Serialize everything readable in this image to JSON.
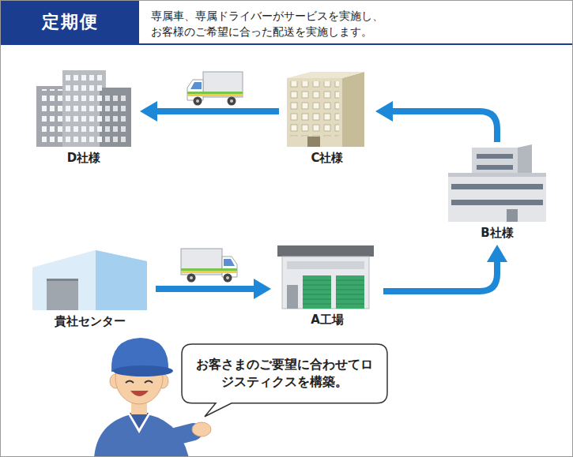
{
  "diagram": {
    "title": "定期便",
    "nodes": [
      {
        "text": [
          "D社様"
        ]
      },
      {
        "text": [
          "C社様"
        ]
      },
      {
        "text": [
          "B社様"
        ]
      },
      {
        "text": [
          "貴社センター"
        ]
      },
      {
        "text": [
          "A工場"
        ]
      },
      {
        "text": [
          "お客さまのご要望に合わせてロジスティクスを構築。"
        ]
      }
    ],
    "edges": [
      {
        "from": 3,
        "to": 4,
        "arrow": "to"
      },
      {
        "from": 4,
        "to": 2,
        "arrow": "to"
      },
      {
        "from": 2,
        "to": 1,
        "arrow": "to"
      },
      {
        "from": 1,
        "to": 0,
        "arrow": "to"
      }
    ],
    "labels": [
      "専属車、専属ドライバーがサービスを実施し、お客様のご希望に合った配送を実施します。"
    ]
  }
}
